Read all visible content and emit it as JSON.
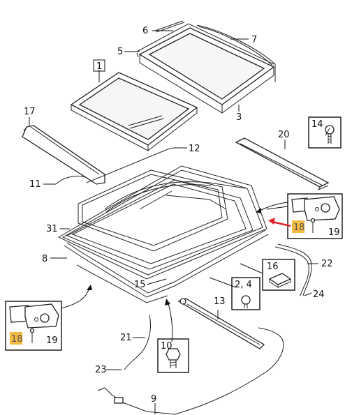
{
  "diagram": {
    "labels": {
      "p1": "1",
      "p3": "3",
      "p5": "5",
      "p6": "6",
      "p7": "7",
      "p8": "8",
      "p9": "9",
      "p10": "10",
      "p11": "11",
      "p12": "12",
      "p13": "13",
      "p14": "14",
      "p15": "15",
      "p16": "16",
      "p17": "17",
      "p18a": "18",
      "p18b": "18",
      "p19a": "19",
      "p19b": "19",
      "p20": "20",
      "p21": "21",
      "p22": "22",
      "p23": "23",
      "p24": "24",
      "p24b": "2, 4",
      "p31": "31"
    },
    "colors": {
      "highlight": "#f4b942",
      "arrow": "#e0242a",
      "ink": "#111111"
    }
  }
}
